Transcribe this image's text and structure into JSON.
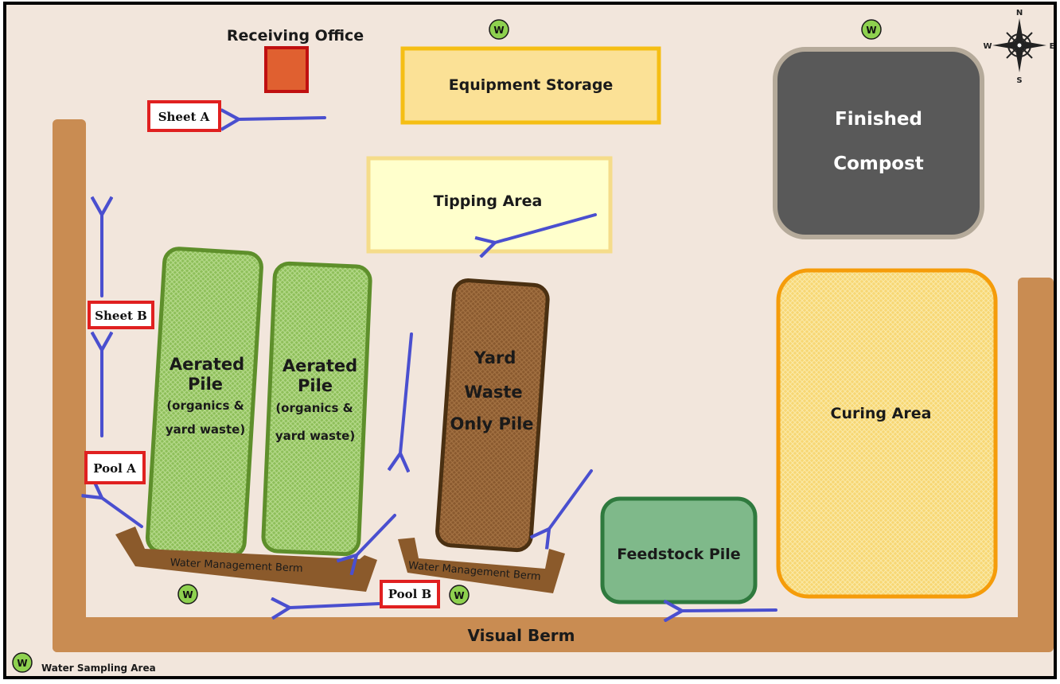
{
  "colors": {
    "background": "#f2e6dc",
    "frame": "#000000",
    "berm": "#c98c52",
    "water_berm": "#8b5a2b",
    "arrow": "#4a4fcf",
    "label_box": "#e02020",
    "aerated_fill": "#8ebf5a",
    "aerated_stroke": "#5e8f2b",
    "yard_fill": "#8a5a2f",
    "yard_stroke": "#4a3012",
    "compost_fill": "#595959",
    "compost_stroke": "#b5aa9a",
    "tipping_fill": "#ffffcc",
    "tipping_stroke": "#f5dc8a",
    "storage_fill": "#fbe196",
    "storage_stroke": "#f5be14",
    "curing_fill": "#f7d774",
    "curing_stroke": "#f59c0a",
    "feedstock_fill": "#7fb98a",
    "feedstock_stroke": "#2f7a3e",
    "office_fill": "#e06030",
    "office_stroke": "#c01010",
    "w_marker_fill": "#8ed14f"
  },
  "labels": {
    "receiving_office": "Receiving Office",
    "equipment_storage": "Equipment Storage",
    "finished_compost_line1": "Finished",
    "finished_compost_line2": "Compost",
    "tipping_area": "Tipping Area",
    "curing_area": "Curing Area",
    "feedstock_pile": "Feedstock Pile",
    "visual_berm": "Visual Berm",
    "water_management_berm": "Water Management Berm",
    "aerated_pile_line1": "Aerated",
    "aerated_pile_line2": "Pile",
    "aerated_pile_line3": "(organics &",
    "aerated_pile_line4": "yard waste)",
    "yard_pile_line1": "Yard",
    "yard_pile_line2": "Waste",
    "yard_pile_line3": "Only Pile",
    "sheet_a": "Sheet A",
    "sheet_b": "Sheet B",
    "pool_a": "Pool A",
    "pool_b": "Pool B",
    "w_marker": "W",
    "legend_text": "Water Sampling Area"
  },
  "compass": {
    "n": "N",
    "s": "S",
    "e": "E",
    "w": "W"
  }
}
